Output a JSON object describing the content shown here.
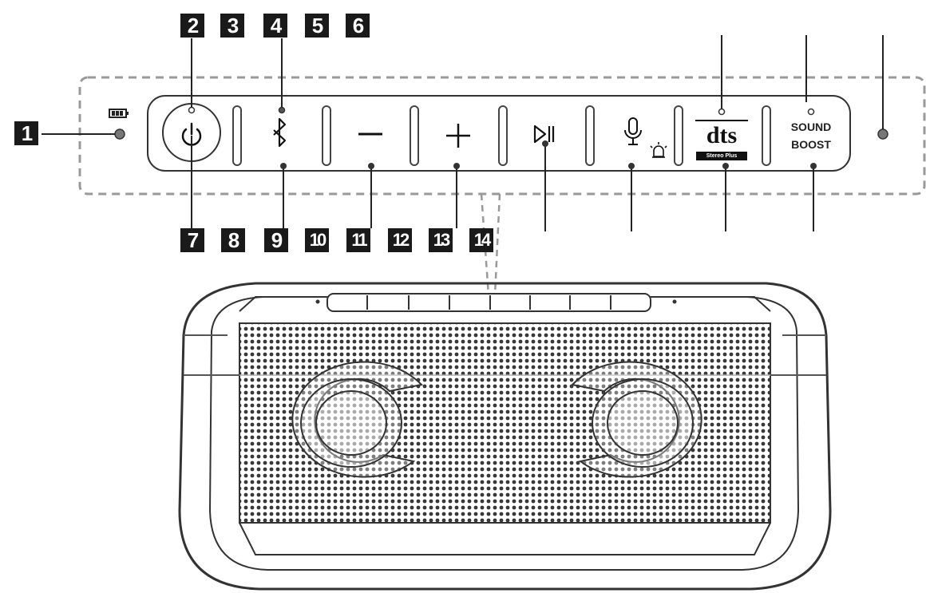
{
  "callouts": {
    "c1": "1",
    "c2": "2",
    "c3": "3",
    "c4": "4",
    "c5": "5",
    "c6": "6",
    "c7": "7",
    "c8": "8",
    "c9": "9",
    "c10": "10",
    "c11": "11",
    "c12": "12",
    "c13": "13",
    "c14": "14"
  },
  "panel": {
    "dts_logo": "dts",
    "dts_sub": "Stereo Plus",
    "sound_boost_line1": "SOUND",
    "sound_boost_line2": "BOOST"
  },
  "icons": {
    "battery": "battery-icon",
    "power": "power-icon",
    "bluetooth": "bluetooth-icon",
    "volume_down": "minus-icon",
    "volume_up": "plus-icon",
    "play_pause": "play-pause-icon",
    "microphone": "microphone-icon",
    "party_light": "light-icon"
  }
}
